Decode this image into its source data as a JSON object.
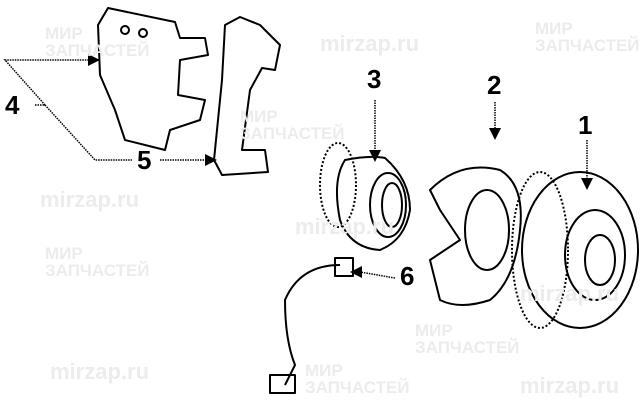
{
  "watermark": {
    "line1": "МИР",
    "line2": "ЗАПЧАСТЕЙ",
    "url": "mirzap.ru"
  },
  "callouts": [
    {
      "label": "1",
      "part": "brake-rotor"
    },
    {
      "label": "2",
      "part": "splash-shield"
    },
    {
      "label": "3",
      "part": "hub-assembly"
    },
    {
      "label": "4",
      "part": "caliper"
    },
    {
      "label": "5",
      "part": "caliper-bracket"
    },
    {
      "label": "6",
      "part": "abs-sensor"
    }
  ]
}
